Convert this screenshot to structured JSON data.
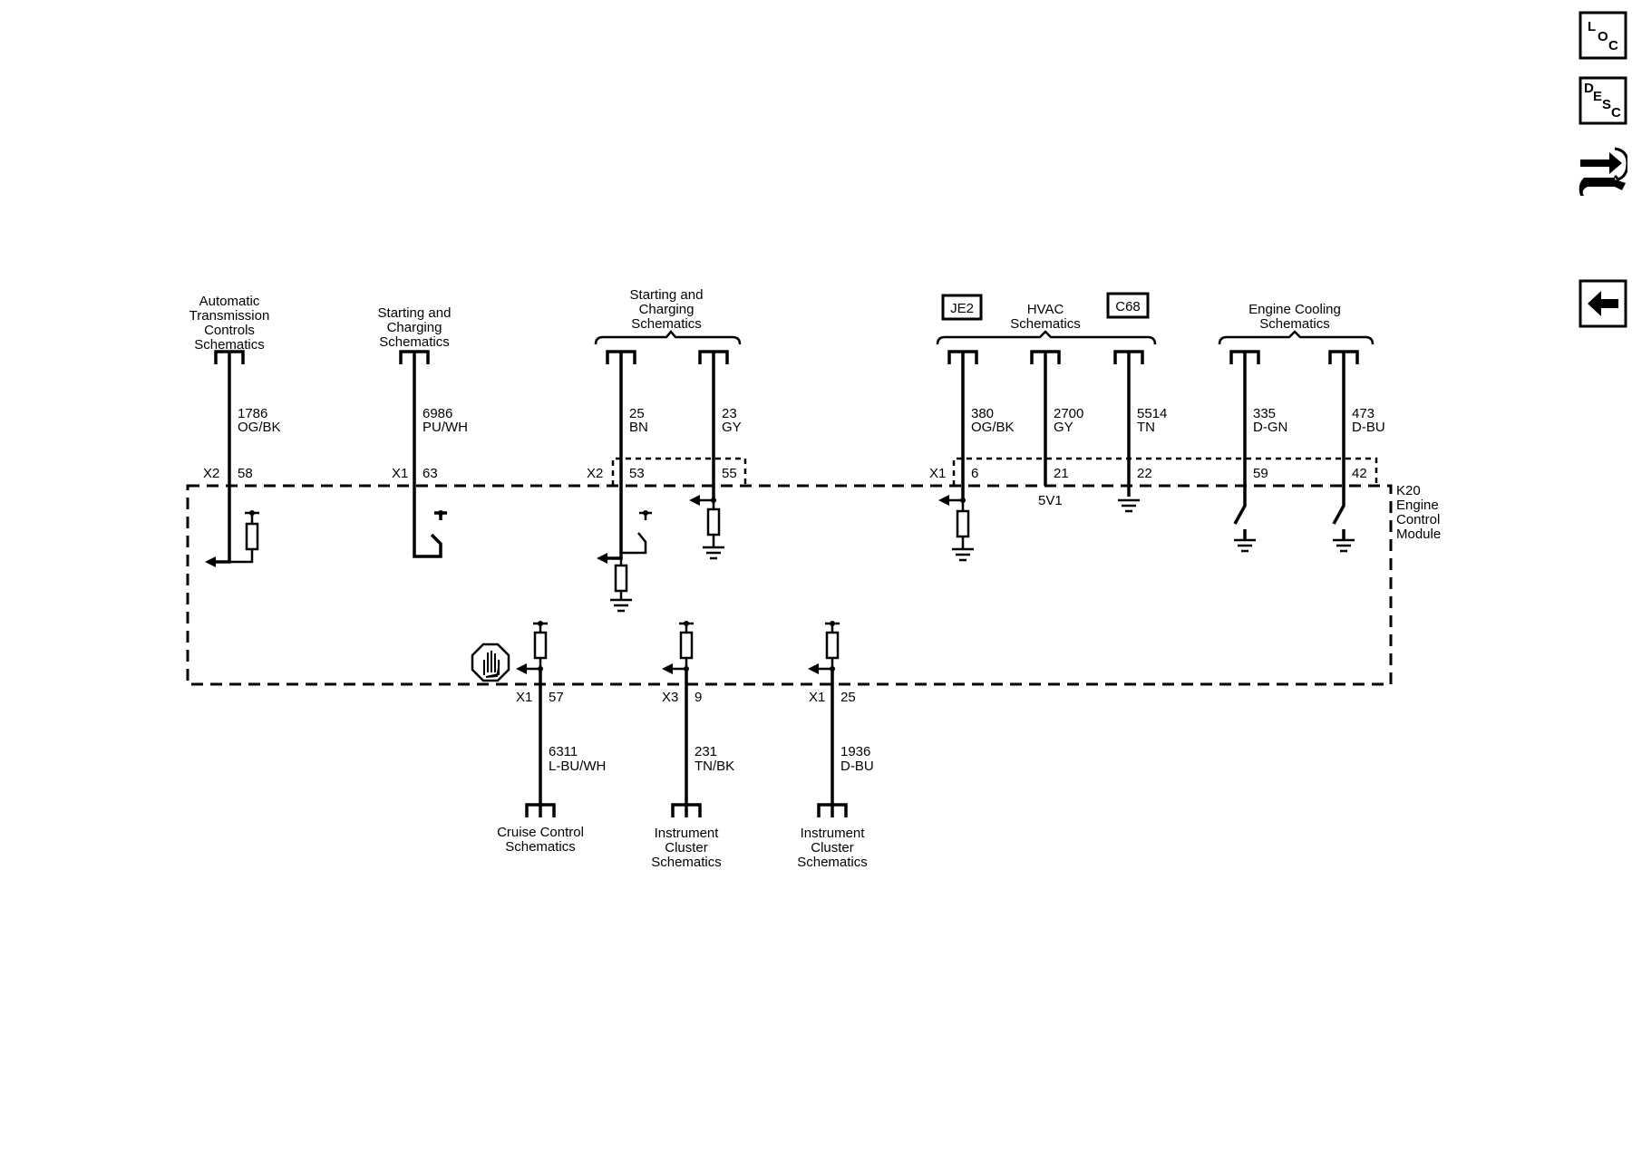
{
  "nav": {
    "loc": [
      "L",
      "O",
      "C"
    ],
    "desc": [
      "D",
      "E",
      "S",
      "C"
    ]
  },
  "module": {
    "ref": "K20",
    "name": [
      "Engine",
      "Control",
      "Module"
    ]
  },
  "top_destinations": {
    "d1": [
      "Automatic",
      "Transmission",
      "Controls",
      "Schematics"
    ],
    "d2": [
      "Starting and",
      "Charging",
      "Schematics"
    ],
    "d3": [
      "Starting and",
      "Charging",
      "Schematics"
    ],
    "d4": [
      "HVAC",
      "Schematics"
    ],
    "d5": [
      "Engine Cooling",
      "Schematics"
    ]
  },
  "options": {
    "je2": "JE2",
    "c68": "C68"
  },
  "top_circuits": [
    {
      "connector": "X2",
      "pin": "58",
      "circuit": "1786",
      "color": "OG/BK"
    },
    {
      "connector": "X1",
      "pin": "63",
      "circuit": "6986",
      "color": "PU/WH"
    },
    {
      "connector": "X2",
      "pin": "53",
      "circuit": "25",
      "color": "BN"
    },
    {
      "connector": "",
      "pin": "55",
      "circuit": "23",
      "color": "GY"
    },
    {
      "connector": "X1",
      "pin": "6",
      "circuit": "380",
      "color": "OG/BK"
    },
    {
      "connector": "",
      "pin": "21",
      "circuit": "2700",
      "color": "GY"
    },
    {
      "connector": "",
      "pin": "22",
      "circuit": "5514",
      "color": "TN"
    },
    {
      "connector": "",
      "pin": "59",
      "circuit": "335",
      "color": "D-GN"
    },
    {
      "connector": "",
      "pin": "42",
      "circuit": "473",
      "color": "D-BU"
    }
  ],
  "ref_5v1": "5V1",
  "bottom_circuits": [
    {
      "connector": "X1",
      "pin": "57",
      "circuit": "6311",
      "color": "L-BU/WH",
      "dest": [
        "Cruise Control",
        "Schematics"
      ]
    },
    {
      "connector": "X3",
      "pin": "9",
      "circuit": "231",
      "color": "TN/BK",
      "dest": [
        "Instrument",
        "Cluster",
        "Schematics"
      ]
    },
    {
      "connector": "X1",
      "pin": "25",
      "circuit": "1936",
      "color": "D-BU",
      "dest": [
        "Instrument",
        "Cluster",
        "Schematics"
      ]
    }
  ]
}
